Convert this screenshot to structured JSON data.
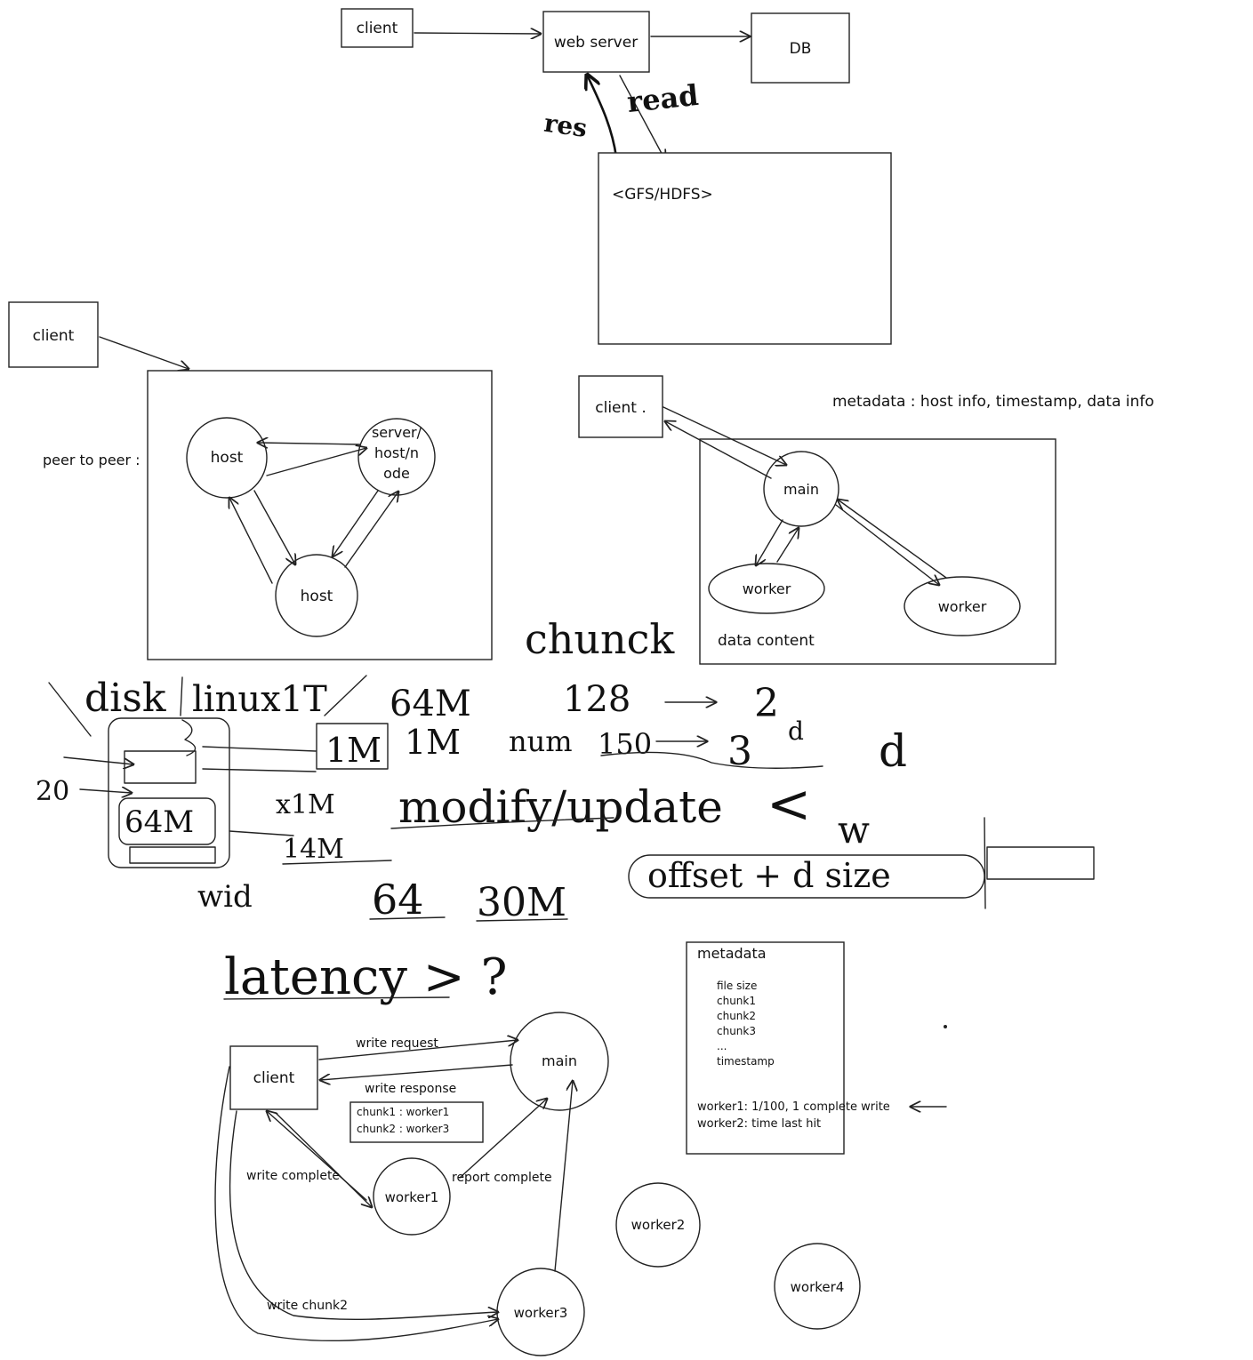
{
  "top": {
    "client": "client",
    "web_server": "web server",
    "db": "DB",
    "res": "res",
    "read": "read",
    "gfs": "<GFS/HDFS>"
  },
  "p2p": {
    "client": "client",
    "label": "peer to peer :",
    "host_a": "host",
    "server_line1": "server/",
    "server_line2": "host/n",
    "server_line3": "ode",
    "host_b": "host"
  },
  "master": {
    "client": "client .",
    "metadata": "metadata : host info, timestamp, data info",
    "main": "main",
    "worker_a": "worker",
    "worker_b": "worker",
    "data_content": "data content"
  },
  "scribbles": {
    "chunk": "chunck",
    "disk": "disk",
    "linux": "linux1T",
    "size_64m": "64M",
    "n128": "128",
    "two": "2",
    "d_small": "d",
    "one_m_box": "1M",
    "one_m": "1M",
    "num": "num",
    "n150": "150",
    "three": "3",
    "d_big": "d",
    "twenty": "20",
    "x1m": "x1M",
    "modify": "modify/update",
    "lt": "<",
    "w": "w",
    "in_disk_64m": "64M",
    "m14": "14M",
    "offset": "offset + d size",
    "wid": "wid",
    "n64": "64",
    "m30": "30M",
    "latency": "latency > ?"
  },
  "metadata_box": {
    "title": "metadata",
    "items": [
      "file size",
      "chunk1",
      "chunk2",
      "chunk3",
      "...",
      "timestamp"
    ],
    "worker1": "worker1: 1/100, 1 complete write",
    "worker2": "worker2: time last hit"
  },
  "write_flow": {
    "client": "client",
    "main": "main",
    "write_request": "write request",
    "write_response": "write response",
    "map_line1": "chunk1 : worker1",
    "map_line2": "chunk2 : worker3",
    "write_complete": "write complete",
    "report_complete": "report complete",
    "worker1": "worker1",
    "worker2": "worker2",
    "worker3": "worker3",
    "worker4": "worker4",
    "write_chunk2": "write chunk2"
  }
}
